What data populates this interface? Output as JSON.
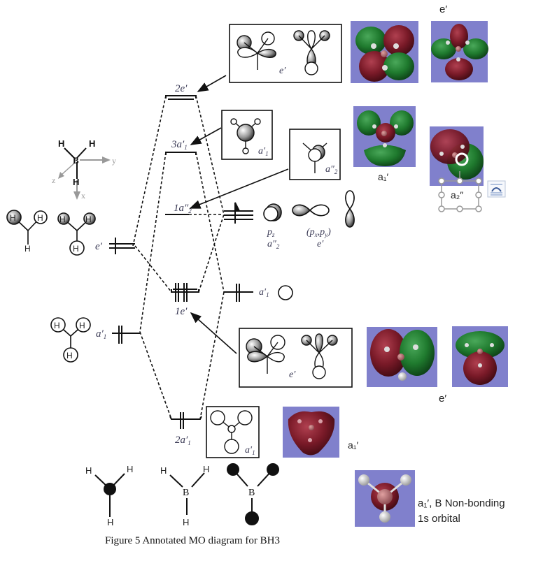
{
  "caption": "Figure 5 Annotated MO diagram for BH3",
  "levels": {
    "l_2e": "2e′",
    "l_3a1": "3a′",
    "l_3a1_sub": "1",
    "l_1a2": "1a″",
    "l_1a2_sub": "2",
    "l_1e": "1e′",
    "l_2a1": "2a′",
    "l_2a1_sub": "1"
  },
  "fragment_left": {
    "e_label": "e′",
    "a1_label": "a′",
    "a1_sub": "1",
    "h": "H"
  },
  "fragment_right": {
    "a1_label": "a′",
    "a1_sub": "1",
    "pz": "p",
    "pz_sub": "z",
    "pz_sym": "a″",
    "pz_sym_sub": "2",
    "pxy": "(p",
    "pxy_mid": ",p",
    "pxy_x": "x",
    "pxy_y": "y",
    "pxy_close": ")",
    "pxy_sym": "e′"
  },
  "axes": {
    "x": "x",
    "y": "y",
    "z": "z",
    "b": "B",
    "h": "H"
  },
  "boxes": {
    "box_2e": "e′",
    "box_3a1": "a′",
    "box_3a1_sub": "1",
    "box_1a2": "a″",
    "box_1a2_sub": "2",
    "box_1e": "e′",
    "box_2a1": "a′",
    "box_2a1_sub": "1"
  },
  "render_labels": {
    "top_e": "e′",
    "a1_mid": "a₁′",
    "a2_mid": "a₂″",
    "e_bottom": "e′",
    "a1_bottom": "a₁′",
    "nonbonding_line1": "a₁′, B Non-bonding",
    "nonbonding_line2": "1s orbital"
  },
  "structures": {
    "h": "H",
    "b": "B"
  },
  "colors": {
    "render_bg": "#8080cc",
    "lobe_red": "#7a1a28",
    "lobe_green": "#1f7a2e",
    "label": "#3a3a55",
    "selection": "#999999"
  }
}
